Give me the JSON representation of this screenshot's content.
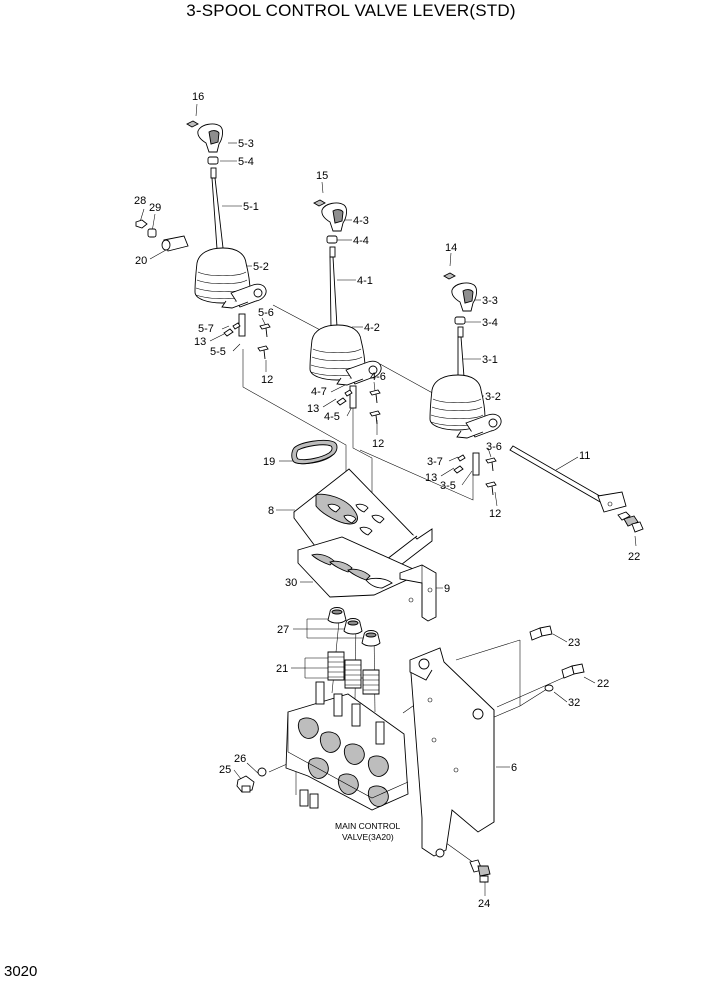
{
  "title": "3-SPOOL CONTROL VALVE LEVER(STD)",
  "page_number": "3020",
  "note": {
    "line1": "MAIN CONTROL",
    "line2": "VALVE(3A20)"
  },
  "colors": {
    "line": "#000000",
    "part_fill": "#ffffff",
    "shade": "#bdbdbd",
    "dark_shade": "#8e8e8e"
  },
  "callouts": [
    "16",
    "5-3",
    "5-4",
    "5-1",
    "28",
    "29",
    "20",
    "5-2",
    "5-6",
    "5-7",
    "13",
    "5-5",
    "12",
    "15",
    "4-3",
    "4-4",
    "4-1",
    "4-2",
    "4-6",
    "4-7",
    "13",
    "4-5",
    "12",
    "14",
    "3-3",
    "3-4",
    "3-1",
    "3-2",
    "3-6",
    "3-7",
    "13",
    "3-5",
    "12",
    "11",
    "22",
    "19",
    "8",
    "30",
    "9",
    "27",
    "21",
    "23",
    "22",
    "32",
    "6",
    "26",
    "25",
    "24"
  ]
}
